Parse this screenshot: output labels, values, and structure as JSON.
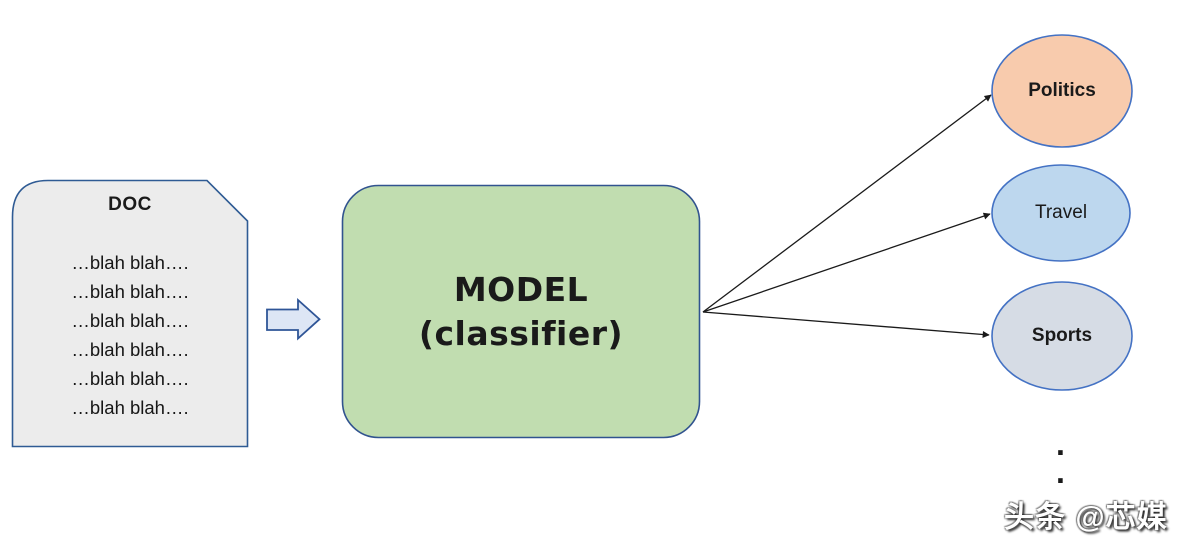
{
  "diagram": {
    "background": "#ffffff",
    "doc": {
      "title": "DOC",
      "lines": [
        "…blah blah….",
        "…blah blah….",
        "…blah blah….",
        "…blah blah….",
        "…blah blah….",
        "…blah blah…."
      ],
      "fill": "#ececec",
      "stroke": "#2f5b94"
    },
    "input_arrow": {
      "fill": "#dde6f5",
      "stroke": "#2f5597"
    },
    "model": {
      "line1": "MODEL",
      "line2": "(classifier)",
      "fill": "#c1ddb0",
      "stroke": "#31538f"
    },
    "connector_color": "#1a1a1a",
    "categories": [
      {
        "label": "Politics",
        "fill": "#f8cbad",
        "stroke": "#4472c4"
      },
      {
        "label": "Travel",
        "fill": "#bdd7ee",
        "stroke": "#4472c4"
      },
      {
        "label": "Sports",
        "fill": "#d6dce5",
        "stroke": "#4472c4"
      }
    ],
    "more_dots": [
      ".",
      "."
    ],
    "watermark": "头条 @芯媒"
  }
}
